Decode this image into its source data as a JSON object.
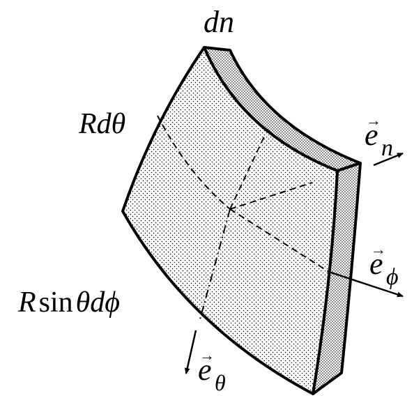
{
  "labels": {
    "thickness": "dn",
    "arc_theta": "Rdθ",
    "arc_phi_R": "R",
    "arc_phi_sin": "sin",
    "arc_phi_rest": "θdϕ",
    "basis_n_letter": "e",
    "basis_n_sub": "n",
    "basis_phi_letter": "e",
    "basis_phi_sub": "ϕ",
    "basis_theta_letter": "e",
    "basis_theta_sub": "θ",
    "vector_arrow": "→"
  },
  "colors": {
    "stroke": "#000000",
    "face_dots": "#000000",
    "background": "#ffffff"
  }
}
